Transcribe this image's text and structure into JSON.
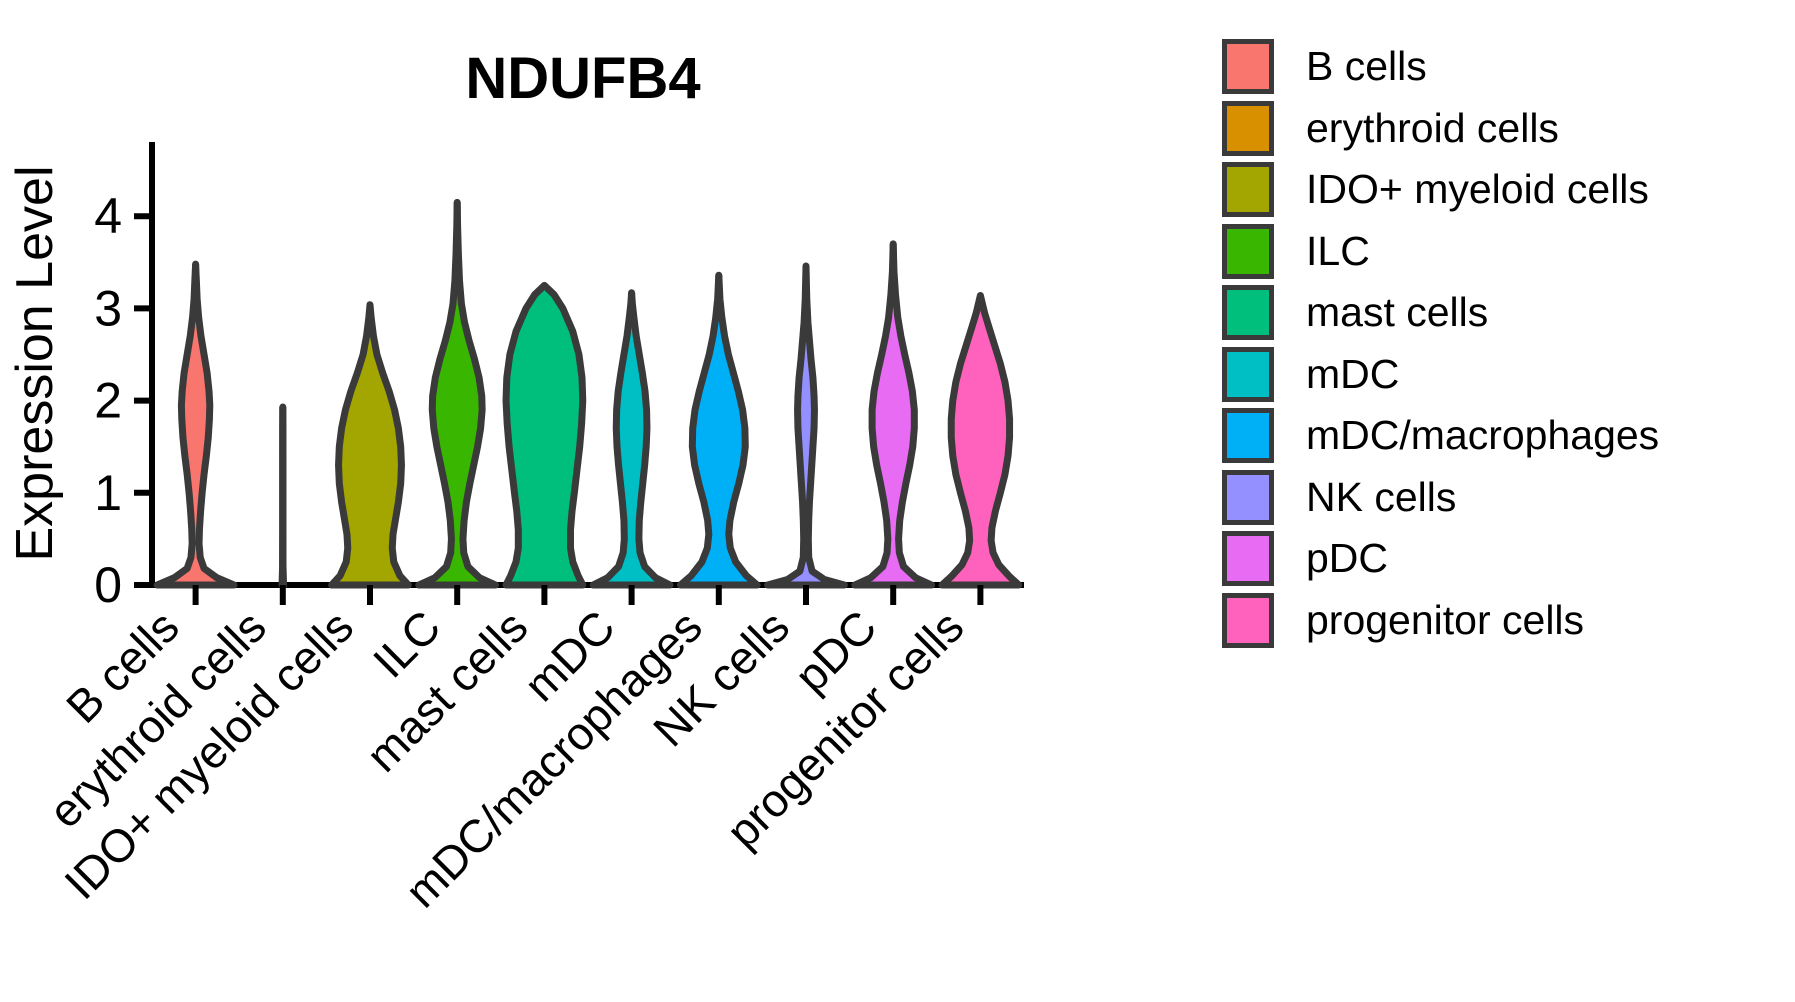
{
  "chart_data": {
    "type": "violin",
    "title": "NDUFB4",
    "xlabel": "",
    "ylabel": "Expression Level",
    "ylim": [
      0,
      4.45
    ],
    "yticks": [
      0,
      1,
      2,
      3,
      4
    ],
    "ytick_labels": [
      "0",
      "1",
      "2",
      "3",
      "4"
    ],
    "grid": false,
    "legend_position": "right",
    "categories": [
      "B cells",
      "erythroid cells",
      "IDO+ myeloid cells",
      "ILC",
      "mast cells",
      "mDC",
      "mDC/macrophages",
      "NK cells",
      "pDC",
      "progenitor cells"
    ],
    "colors": [
      "#F8766D",
      "#D89000",
      "#A3A500",
      "#39B600",
      "#00BF7D",
      "#00BFC4",
      "#00B0F6",
      "#9590FF",
      "#E76BF3",
      "#FF62BC"
    ],
    "series": [
      {
        "name": "B cells",
        "color": "#F8766D",
        "max": 3.48,
        "min": 0.0,
        "peak_density_at": 0.0,
        "secondary_mode": 1.95,
        "density": [
          [
            0.0,
            1.0
          ],
          [
            0.08,
            0.55
          ],
          [
            0.18,
            0.22
          ],
          [
            0.3,
            0.12
          ],
          [
            0.45,
            0.09
          ],
          [
            0.6,
            0.1
          ],
          [
            0.8,
            0.13
          ],
          [
            1.0,
            0.17
          ],
          [
            1.2,
            0.22
          ],
          [
            1.4,
            0.28
          ],
          [
            1.6,
            0.33
          ],
          [
            1.8,
            0.36
          ],
          [
            1.95,
            0.37
          ],
          [
            2.1,
            0.35
          ],
          [
            2.3,
            0.3
          ],
          [
            2.5,
            0.22
          ],
          [
            2.7,
            0.14
          ],
          [
            2.9,
            0.08
          ],
          [
            3.1,
            0.04
          ],
          [
            3.3,
            0.02
          ],
          [
            3.48,
            0.0
          ]
        ]
      },
      {
        "name": "erythroid cells",
        "color": "#D89000",
        "max": 1.93,
        "min": 0.0,
        "peak_density_at": 0.0,
        "density": [
          [
            0.0,
            0.02
          ],
          [
            0.2,
            0.006
          ],
          [
            0.6,
            0.004
          ],
          [
            1.0,
            0.004
          ],
          [
            1.4,
            0.004
          ],
          [
            1.7,
            0.003
          ],
          [
            1.93,
            0.0
          ]
        ]
      },
      {
        "name": "IDO+ myeloid cells",
        "color": "#A3A500",
        "max": 3.04,
        "min": 0.0,
        "peak_density_at": 0.0,
        "secondary_mode": 1.35,
        "density": [
          [
            0.0,
            1.0
          ],
          [
            0.1,
            0.78
          ],
          [
            0.25,
            0.62
          ],
          [
            0.4,
            0.58
          ],
          [
            0.55,
            0.6
          ],
          [
            0.7,
            0.66
          ],
          [
            0.9,
            0.74
          ],
          [
            1.1,
            0.8
          ],
          [
            1.3,
            0.82
          ],
          [
            1.5,
            0.8
          ],
          [
            1.7,
            0.74
          ],
          [
            1.9,
            0.64
          ],
          [
            2.1,
            0.5
          ],
          [
            2.3,
            0.33
          ],
          [
            2.5,
            0.18
          ],
          [
            2.7,
            0.09
          ],
          [
            2.9,
            0.03
          ],
          [
            3.04,
            0.0
          ]
        ]
      },
      {
        "name": "ILC",
        "color": "#39B600",
        "max": 4.15,
        "min": 0.0,
        "peak_density_at": 0.0,
        "secondary_mode": 1.95,
        "density": [
          [
            0.0,
            1.0
          ],
          [
            0.08,
            0.58
          ],
          [
            0.2,
            0.28
          ],
          [
            0.35,
            0.17
          ],
          [
            0.5,
            0.15
          ],
          [
            0.7,
            0.18
          ],
          [
            0.9,
            0.24
          ],
          [
            1.1,
            0.33
          ],
          [
            1.3,
            0.43
          ],
          [
            1.5,
            0.53
          ],
          [
            1.7,
            0.61
          ],
          [
            1.9,
            0.65
          ],
          [
            2.05,
            0.64
          ],
          [
            2.25,
            0.57
          ],
          [
            2.45,
            0.45
          ],
          [
            2.65,
            0.31
          ],
          [
            2.85,
            0.19
          ],
          [
            3.05,
            0.11
          ],
          [
            3.3,
            0.06
          ],
          [
            3.6,
            0.03
          ],
          [
            3.9,
            0.01
          ],
          [
            4.15,
            0.0
          ]
        ]
      },
      {
        "name": "mast cells",
        "color": "#00BF7D",
        "max": 3.25,
        "min": 0.0,
        "peak_density_at": 0.0,
        "secondary_mode": 2.05,
        "density": [
          [
            0.0,
            1.0
          ],
          [
            0.1,
            0.88
          ],
          [
            0.25,
            0.74
          ],
          [
            0.4,
            0.68
          ],
          [
            0.6,
            0.68
          ],
          [
            0.8,
            0.72
          ],
          [
            1.0,
            0.78
          ],
          [
            1.25,
            0.85
          ],
          [
            1.5,
            0.92
          ],
          [
            1.75,
            0.97
          ],
          [
            2.0,
            1.0
          ],
          [
            2.25,
            0.98
          ],
          [
            2.5,
            0.9
          ],
          [
            2.75,
            0.74
          ],
          [
            3.0,
            0.48
          ],
          [
            3.15,
            0.25
          ],
          [
            3.25,
            0.0
          ]
        ]
      },
      {
        "name": "mDC",
        "color": "#00BFC4",
        "max": 3.17,
        "min": 0.0,
        "peak_density_at": 0.0,
        "secondary_mode": 1.7,
        "density": [
          [
            0.0,
            1.0
          ],
          [
            0.08,
            0.62
          ],
          [
            0.2,
            0.34
          ],
          [
            0.35,
            0.22
          ],
          [
            0.5,
            0.19
          ],
          [
            0.7,
            0.2
          ],
          [
            0.9,
            0.24
          ],
          [
            1.1,
            0.29
          ],
          [
            1.3,
            0.34
          ],
          [
            1.5,
            0.38
          ],
          [
            1.7,
            0.4
          ],
          [
            1.9,
            0.39
          ],
          [
            2.1,
            0.35
          ],
          [
            2.3,
            0.28
          ],
          [
            2.5,
            0.2
          ],
          [
            2.7,
            0.12
          ],
          [
            2.9,
            0.06
          ],
          [
            3.05,
            0.02
          ],
          [
            3.17,
            0.0
          ]
        ]
      },
      {
        "name": "mDC/macrophages",
        "color": "#00B0F6",
        "max": 3.36,
        "min": 0.0,
        "peak_density_at": 0.0,
        "secondary_mode": 1.5,
        "density": [
          [
            0.0,
            1.0
          ],
          [
            0.1,
            0.72
          ],
          [
            0.25,
            0.44
          ],
          [
            0.4,
            0.3
          ],
          [
            0.55,
            0.26
          ],
          [
            0.7,
            0.29
          ],
          [
            0.9,
            0.39
          ],
          [
            1.1,
            0.52
          ],
          [
            1.3,
            0.63
          ],
          [
            1.5,
            0.69
          ],
          [
            1.7,
            0.68
          ],
          [
            1.9,
            0.62
          ],
          [
            2.1,
            0.51
          ],
          [
            2.3,
            0.38
          ],
          [
            2.5,
            0.25
          ],
          [
            2.7,
            0.15
          ],
          [
            2.9,
            0.08
          ],
          [
            3.1,
            0.03
          ],
          [
            3.36,
            0.0
          ]
        ]
      },
      {
        "name": "NK cells",
        "color": "#9590FF",
        "max": 3.46,
        "min": 0.0,
        "peak_density_at": 0.0,
        "secondary_mode": 1.95,
        "density": [
          [
            0.0,
            1.0
          ],
          [
            0.06,
            0.48
          ],
          [
            0.15,
            0.16
          ],
          [
            0.3,
            0.07
          ],
          [
            0.5,
            0.06
          ],
          [
            0.7,
            0.07
          ],
          [
            0.9,
            0.09
          ],
          [
            1.1,
            0.12
          ],
          [
            1.3,
            0.15
          ],
          [
            1.5,
            0.18
          ],
          [
            1.7,
            0.21
          ],
          [
            1.9,
            0.22
          ],
          [
            2.05,
            0.21
          ],
          [
            2.25,
            0.18
          ],
          [
            2.45,
            0.13
          ],
          [
            2.65,
            0.09
          ],
          [
            2.85,
            0.05
          ],
          [
            3.1,
            0.02
          ],
          [
            3.46,
            0.0
          ]
        ]
      },
      {
        "name": "pDC",
        "color": "#E76BF3",
        "max": 3.7,
        "min": 0.0,
        "peak_density_at": 0.0,
        "secondary_mode": 1.75,
        "density": [
          [
            0.0,
            1.0
          ],
          [
            0.08,
            0.58
          ],
          [
            0.2,
            0.27
          ],
          [
            0.35,
            0.16
          ],
          [
            0.5,
            0.14
          ],
          [
            0.7,
            0.17
          ],
          [
            0.9,
            0.24
          ],
          [
            1.1,
            0.33
          ],
          [
            1.3,
            0.43
          ],
          [
            1.5,
            0.51
          ],
          [
            1.7,
            0.55
          ],
          [
            1.9,
            0.55
          ],
          [
            2.1,
            0.5
          ],
          [
            2.3,
            0.41
          ],
          [
            2.5,
            0.3
          ],
          [
            2.7,
            0.2
          ],
          [
            2.9,
            0.12
          ],
          [
            3.15,
            0.06
          ],
          [
            3.4,
            0.02
          ],
          [
            3.7,
            0.0
          ]
        ]
      },
      {
        "name": "progenitor cells",
        "color": "#FF62BC",
        "max": 3.14,
        "min": 0.0,
        "peak_density_at": 0.0,
        "secondary_mode": 1.6,
        "density": [
          [
            0.0,
            1.0
          ],
          [
            0.1,
            0.74
          ],
          [
            0.22,
            0.48
          ],
          [
            0.35,
            0.33
          ],
          [
            0.48,
            0.28
          ],
          [
            0.62,
            0.3
          ],
          [
            0.8,
            0.39
          ],
          [
            1.0,
            0.52
          ],
          [
            1.2,
            0.64
          ],
          [
            1.4,
            0.72
          ],
          [
            1.6,
            0.76
          ],
          [
            1.8,
            0.76
          ],
          [
            2.0,
            0.72
          ],
          [
            2.2,
            0.64
          ],
          [
            2.4,
            0.52
          ],
          [
            2.6,
            0.37
          ],
          [
            2.8,
            0.22
          ],
          [
            2.95,
            0.11
          ],
          [
            3.14,
            0.0
          ]
        ]
      }
    ]
  },
  "legend": {
    "items": [
      {
        "label": "B cells",
        "color": "#F8766D"
      },
      {
        "label": "erythroid cells",
        "color": "#D89000"
      },
      {
        "label": "IDO+ myeloid cells",
        "color": "#A3A500"
      },
      {
        "label": "ILC",
        "color": "#39B600"
      },
      {
        "label": "mast cells",
        "color": "#00BF7D"
      },
      {
        "label": "mDC",
        "color": "#00BFC4"
      },
      {
        "label": "mDC/macrophages",
        "color": "#00B0F6"
      },
      {
        "label": "NK cells",
        "color": "#9590FF"
      },
      {
        "label": "pDC",
        "color": "#E76BF3"
      },
      {
        "label": "progenitor cells",
        "color": "#FF62BC"
      }
    ]
  },
  "style": {
    "outline_color": "#3a3a3a",
    "axis_color": "#000000",
    "background": "#ffffff"
  }
}
